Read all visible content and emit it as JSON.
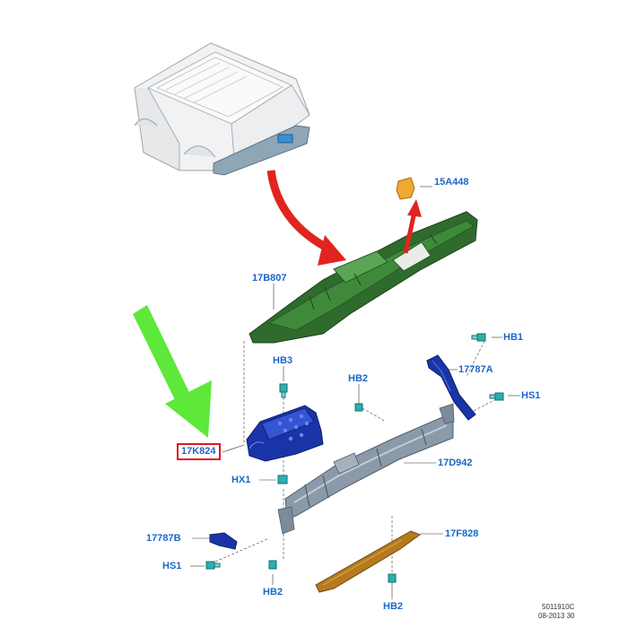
{
  "parts": {
    "p15a448": "15A448",
    "p17b807": "17B807",
    "hb3": "HB3",
    "hb2_top": "HB2",
    "hb1": "HB1",
    "p17787a": "17787A",
    "hs1_right": "HS1",
    "p17k824": "17K824",
    "hx1": "HX1",
    "p17d942": "17D942",
    "p17787b": "17787B",
    "hs1_left": "HS1",
    "p17f828": "17F828",
    "hb2_bottom_left": "HB2",
    "hb2_bottom_right": "HB2"
  },
  "highlighted_part": "17K824",
  "footer": {
    "code": "5011910C",
    "date": "08-2013 30"
  },
  "colors": {
    "label_blue": "#1b67c9",
    "highlight_red": "#e0151b",
    "bumper_green": "#2f6b2c",
    "step_blue": "#1a34a8",
    "bracket_gray": "#8a9aa8",
    "shield_orange": "#b57a1e",
    "arrow_red": "#e2241f",
    "arrow_green": "#5ee83a",
    "fastener_teal": "#2ab0b0"
  }
}
